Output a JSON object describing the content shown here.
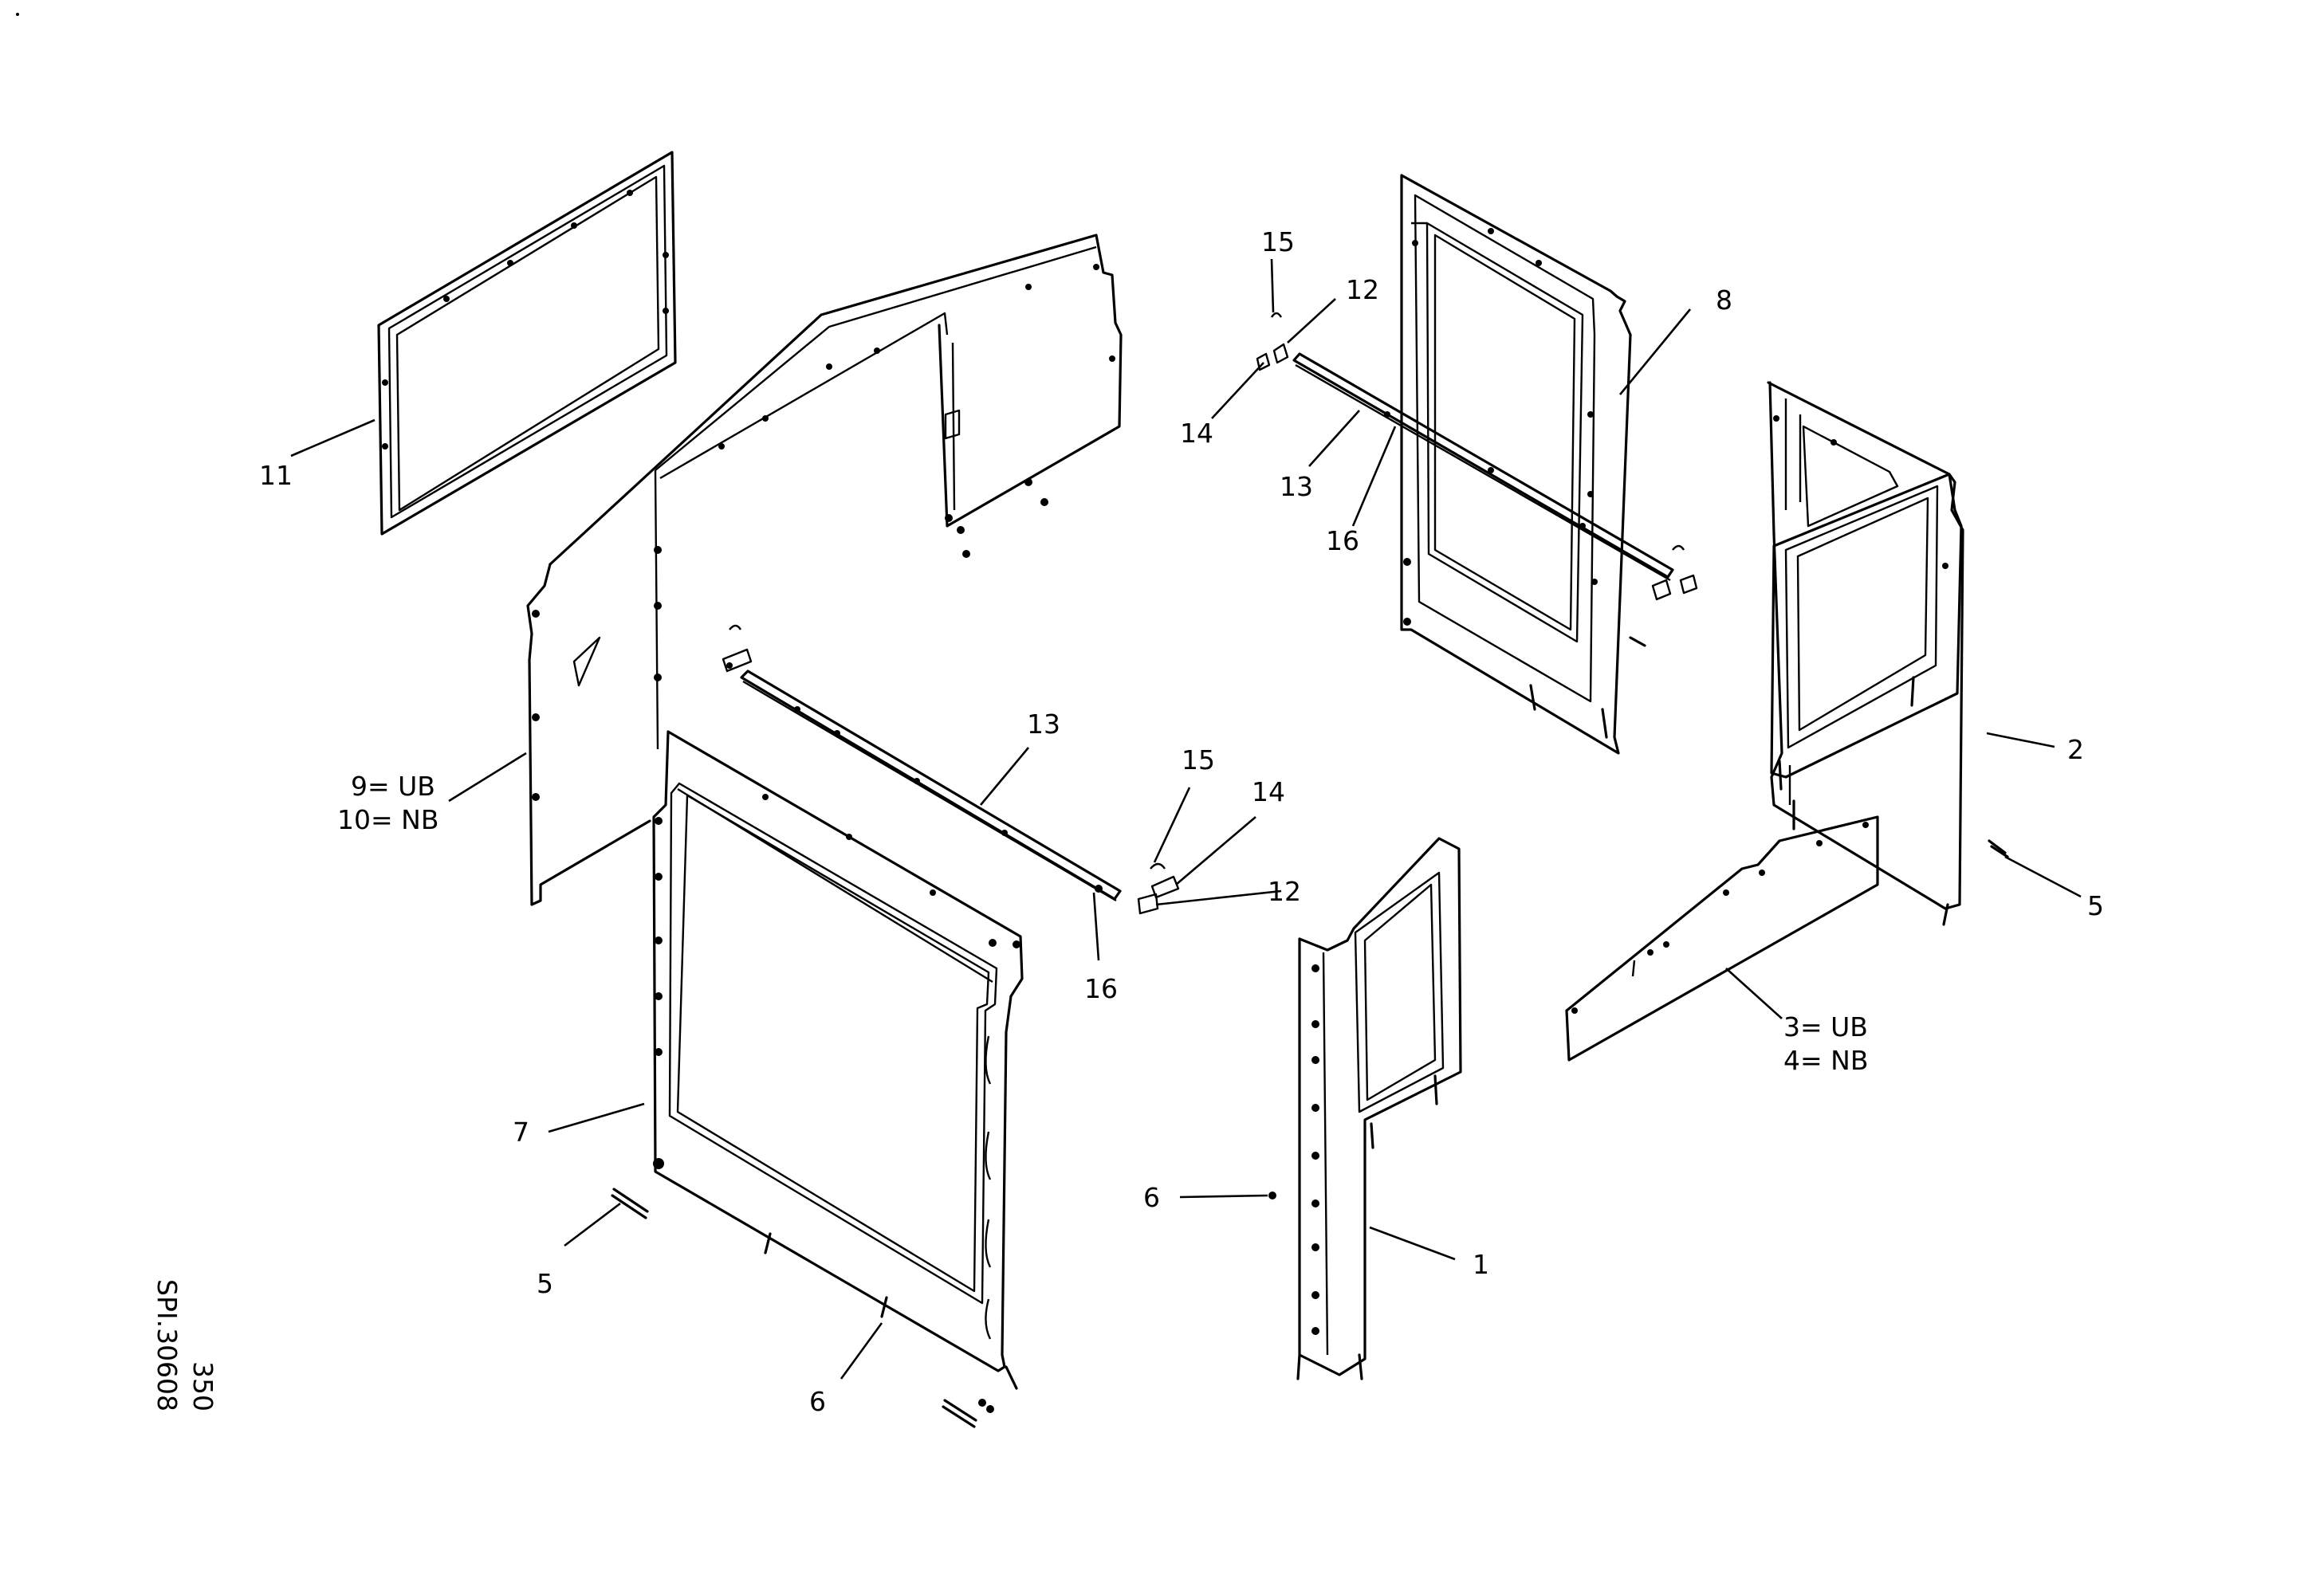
{
  "callouts": {
    "c1": "1",
    "c2": "2",
    "c3": "3= UB",
    "c4": "4= NB",
    "c5a": "5",
    "c5b": "5",
    "c6a": "6",
    "c6b": "6",
    "c7": "7",
    "c8": "8",
    "c9": "9= UB",
    "c10": "10= NB",
    "c11": "11",
    "c12a": "12",
    "c12b": "12",
    "c13a": "13",
    "c13b": "13",
    "c14a": "14",
    "c14b": "14",
    "c15a": "15",
    "c15b": "15",
    "c16a": "16",
    "c16b": "16"
  },
  "drawing_code": {
    "number": "SPI.30608",
    "sheet": "350"
  }
}
